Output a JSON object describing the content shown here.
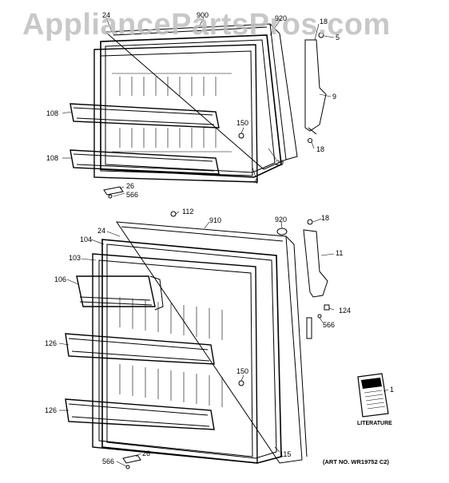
{
  "watermark": "AppliancePartsPros.com",
  "art_note": "(ART NO. WR19752 C2)",
  "literature_label": "LITERATURE",
  "callouts": {
    "top_24": "24",
    "top_900": "900",
    "top_920": "920",
    "top_18a": "18",
    "top_5": "5",
    "top_9": "9",
    "top_108a": "108",
    "top_108b": "108",
    "top_150": "150",
    "top_18b": "18",
    "top_29": "29",
    "top_4": "4",
    "top_26": "26",
    "top_566": "566",
    "bot_112": "112",
    "bot_910": "910",
    "bot_920": "920",
    "bot_18": "18",
    "bot_24": "24",
    "bot_104": "104",
    "bot_103": "103",
    "bot_11": "11",
    "bot_106": "106",
    "bot_124": "124",
    "bot_566a": "566",
    "bot_126a": "126",
    "bot_150": "150",
    "bot_1": "1",
    "bot_126b": "126",
    "bot_115": "115",
    "bot_26": "26",
    "bot_566b": "566"
  }
}
